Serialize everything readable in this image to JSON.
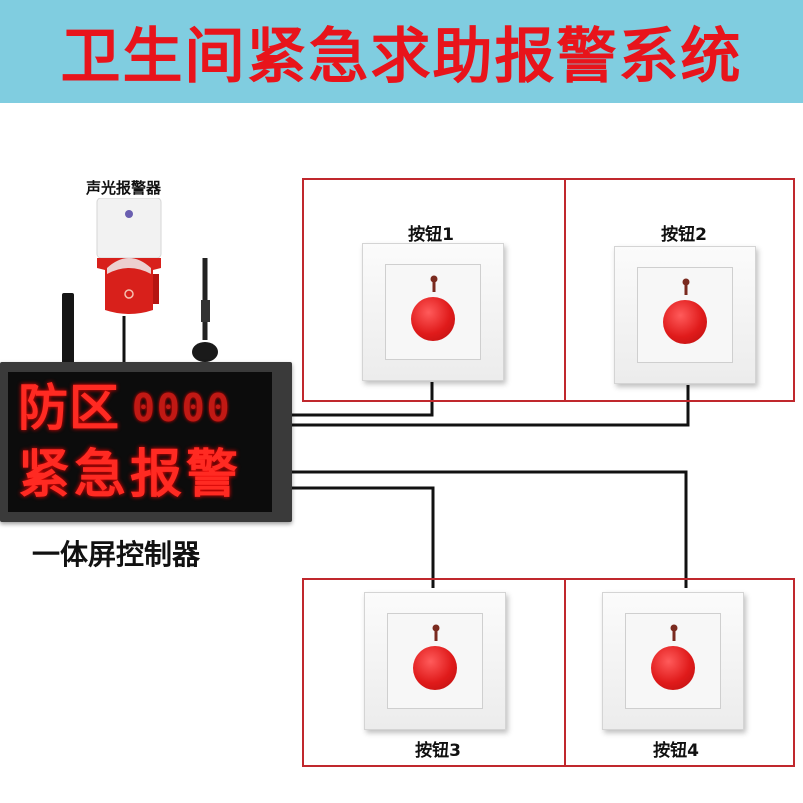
{
  "header": {
    "title": "卫生间紧急求助报警系统",
    "bg_color": "#80cde0",
    "title_color": "#e8141b"
  },
  "alarm": {
    "label": "声光报警器",
    "icon": "sound-light-alarm-icon"
  },
  "controller": {
    "label": "一体屏控制器",
    "display_line1": "防区",
    "display_digits": "0000",
    "display_line2": "紧急报警",
    "led_color": "#ff2a22",
    "icon": "antenna-icon"
  },
  "buttons": [
    {
      "label": "按钮1",
      "icon": "emergency-button-icon"
    },
    {
      "label": "按钮2",
      "icon": "emergency-button-icon"
    },
    {
      "label": "按钮3",
      "icon": "emergency-button-icon"
    },
    {
      "label": "按钮4",
      "icon": "emergency-button-icon"
    }
  ],
  "zone_border_color": "#c0282d"
}
